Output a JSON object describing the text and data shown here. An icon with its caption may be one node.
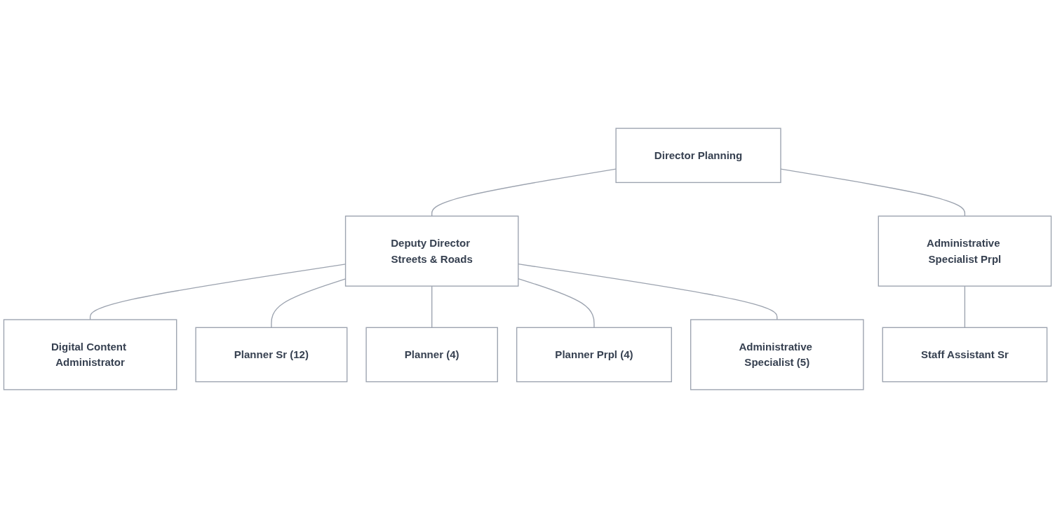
{
  "diagram": {
    "nodes": [
      {
        "text": [
          "Director Planning"
        ]
      },
      {
        "text": [
          "Deputy Director Streets & Roads"
        ]
      },
      {
        "text": [
          "Administrative Specialist Prpl"
        ]
      },
      {
        "text": [
          "Digital Content Administrator"
        ]
      },
      {
        "text": [
          "Planner Sr (12)"
        ]
      },
      {
        "text": [
          "Staff Assistant Sr"
        ]
      },
      {
        "text": [
          "Planner (4)"
        ]
      },
      {
        "text": [
          "Planner Prpl (4)"
        ]
      },
      {
        "text": [
          "Administrative Specialist (5)"
        ]
      }
    ],
    "edges": [
      {
        "from": 0,
        "to": 1,
        "arrow": "none"
      },
      {
        "from": 0,
        "to": 2,
        "arrow": "none"
      },
      {
        "from": 1,
        "to": 3,
        "arrow": "none"
      },
      {
        "from": 1,
        "to": 4,
        "arrow": "none"
      },
      {
        "from": 2,
        "to": 5,
        "arrow": "none"
      },
      {
        "from": 1,
        "to": 6,
        "arrow": "none"
      },
      {
        "from": 1,
        "to": 7,
        "arrow": "none"
      },
      {
        "from": 1,
        "to": 8,
        "arrow": "none"
      }
    ]
  }
}
